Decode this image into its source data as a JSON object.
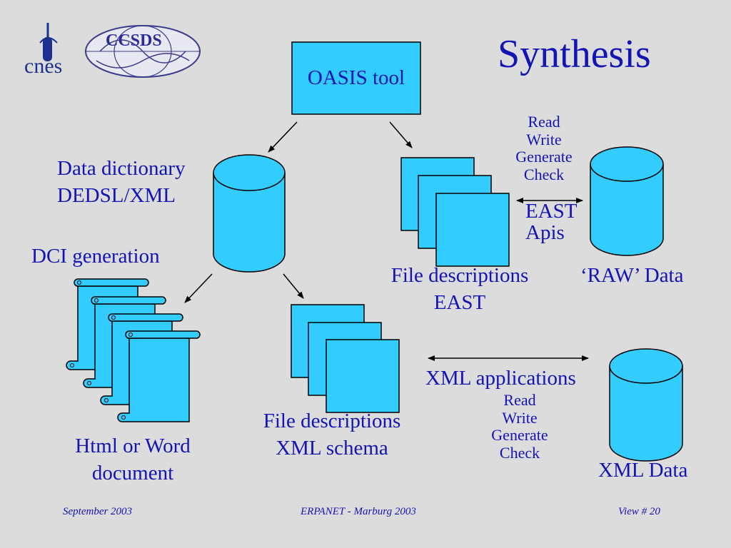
{
  "slide": {
    "title": "Synthesis",
    "oasis_label": "OASIS tool",
    "data_dictionary": {
      "line1": "Data dictionary",
      "line2": "DEDSL/XML"
    },
    "dci_generation": "DCI generation",
    "html_word": {
      "line1": "Html or Word",
      "line2": "document"
    },
    "file_desc_east": {
      "line1": "File descriptions",
      "line2": "EAST"
    },
    "file_desc_xml": {
      "line1": "File descriptions",
      "line2": "XML schema"
    },
    "raw_data": "‘RAW’ Data",
    "xml_data": "XML Data",
    "east_apis": {
      "line1": "EAST",
      "line2": "Apis"
    },
    "xml_applications": "XML applications",
    "ops_top": [
      "Read",
      "Write",
      "Generate",
      "Check"
    ],
    "ops_bottom": [
      "Read",
      "Write",
      "Generate",
      "Check"
    ]
  },
  "logos": {
    "cnes": "cnes",
    "ccsds": "CCSDS"
  },
  "footer": {
    "date": "September 2003",
    "event": "ERPANET - Marburg 2003",
    "view": "View  # 20"
  },
  "colors": {
    "background": "#dcdcdc",
    "shape_fill": "#33ccff",
    "text": "#1414b4",
    "stroke": "#000000"
  }
}
